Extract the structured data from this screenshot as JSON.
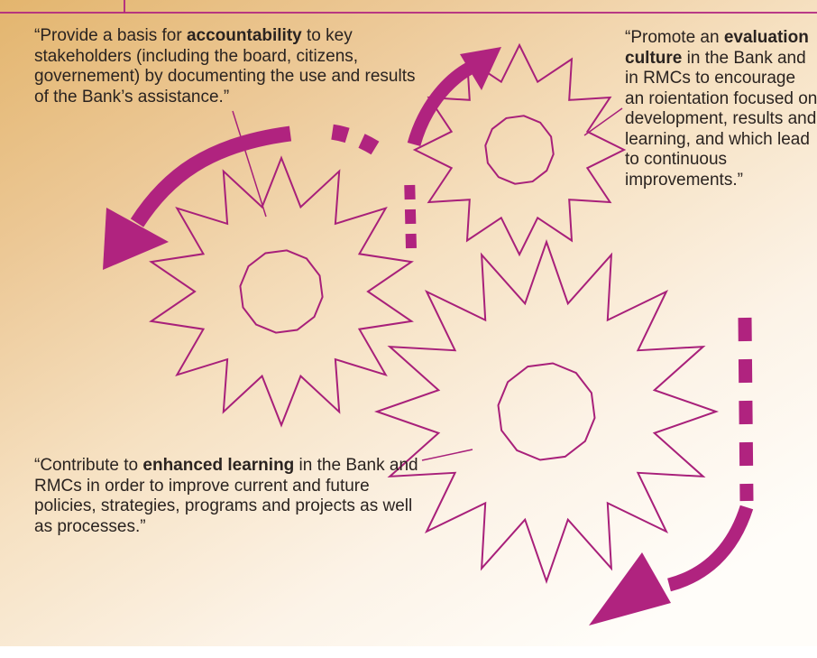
{
  "colors": {
    "accent": "#b0237f",
    "gear_stroke": "#a8207a",
    "background_top_left": "#e3b56e",
    "background_bottom_right": "#ffffff"
  },
  "quotes": {
    "accountability": {
      "before": "“Provide a basis for ",
      "bold": "accountability",
      "after": " to key stakeholders (including the board, citizens, governement) by documenting the use and results of the Bank’s assistance.”"
    },
    "evaluation": {
      "before": "“Promote an ",
      "bold": "evaluation culture",
      "after": " in the Bank and in RMCs to encourage an roientation focused on development, results and learning, and which lead to continuous improvements.”"
    },
    "learning": {
      "before": "“Contribute to ",
      "bold": "enhanced learning",
      "after": " in the Bank and RMCs in order to improve current and future policies, strategies, programs and projects as well as processes.”"
    }
  },
  "icons": {
    "gears": [
      "gear-icon",
      "gear-icon",
      "gear-icon"
    ],
    "arrows": [
      "curved-arrow-icon",
      "curved-arrow-icon",
      "curved-arrow-icon"
    ]
  }
}
